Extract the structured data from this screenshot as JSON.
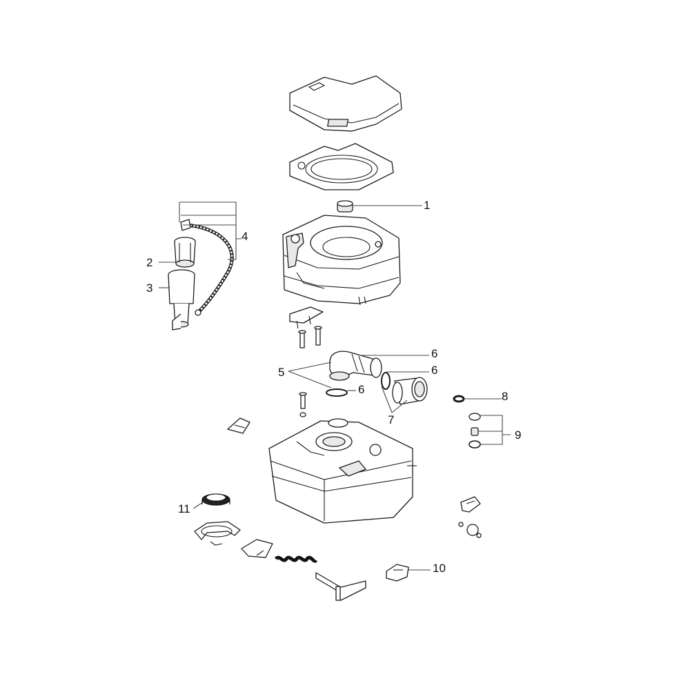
{
  "callouts": [
    {
      "id": "1",
      "label": "1"
    },
    {
      "id": "2",
      "label": "2"
    },
    {
      "id": "3",
      "label": "3"
    },
    {
      "id": "4",
      "label": "4"
    },
    {
      "id": "5",
      "label": "5"
    },
    {
      "id": "6a",
      "label": "6"
    },
    {
      "id": "6b",
      "label": "6"
    },
    {
      "id": "6c",
      "label": "6"
    },
    {
      "id": "7",
      "label": "7"
    },
    {
      "id": "8",
      "label": "8"
    },
    {
      "id": "9",
      "label": "9"
    },
    {
      "id": "10",
      "label": "10"
    },
    {
      "id": "11",
      "label": "11"
    }
  ],
  "colors": {
    "line": "#1a1a1a",
    "fill": "#ffffff",
    "shade": "#e9e9e9",
    "leader": "#444444"
  }
}
